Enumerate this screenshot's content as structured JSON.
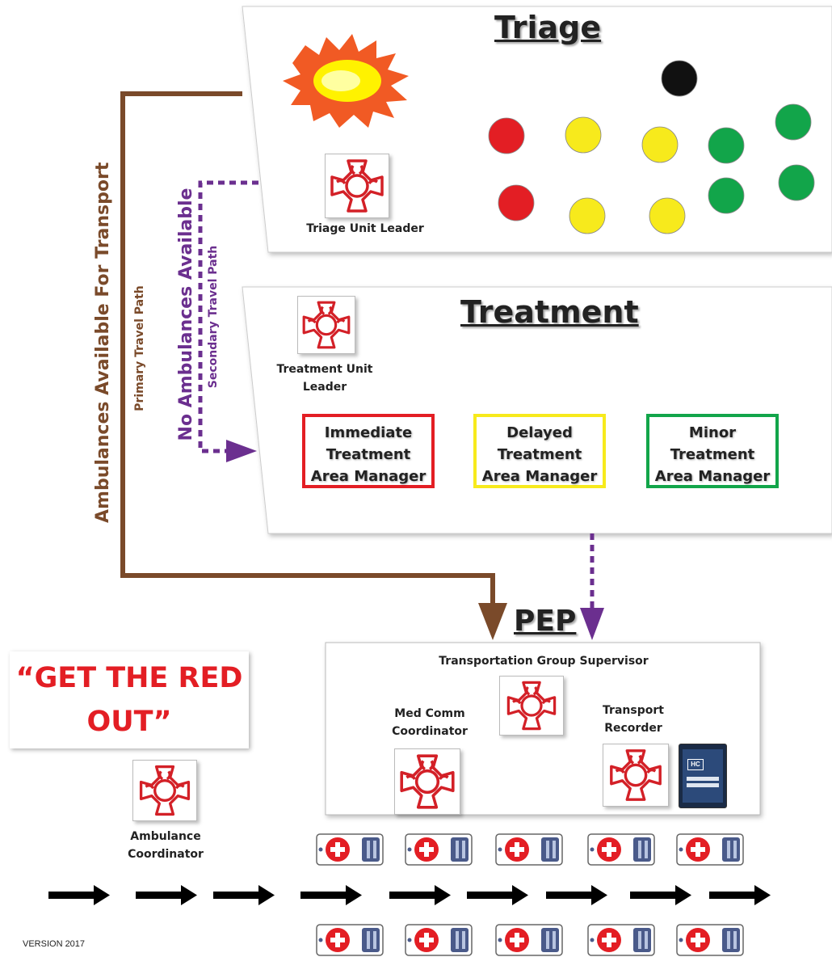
{
  "triage": {
    "title": "Triage",
    "leader_label": "Triage Unit Leader",
    "patient_dots": [
      {
        "color": "#111111"
      },
      {
        "color": "#e31e24"
      },
      {
        "color": "#f7ea1c"
      },
      {
        "color": "#f7ea1c"
      },
      {
        "color": "#12a54a"
      },
      {
        "color": "#12a54a"
      },
      {
        "color": "#e31e24"
      },
      {
        "color": "#f7ea1c"
      },
      {
        "color": "#f7ea1c"
      },
      {
        "color": "#12a54a"
      },
      {
        "color": "#12a54a"
      }
    ]
  },
  "treatment": {
    "title": "Treatment",
    "leader_label_1": "Treatment Unit",
    "leader_label_2": "Leader",
    "areas": [
      {
        "line1": "Immediate",
        "line2": "Treatment",
        "line3": "Area Manager",
        "color": "#e31e24"
      },
      {
        "line1": "Delayed",
        "line2": "Treatment",
        "line3": "Area Manager",
        "color": "#f7ea1c"
      },
      {
        "line1": "Minor",
        "line2": "Treatment",
        "line3": "Area Manager",
        "color": "#12a54a"
      }
    ]
  },
  "paths": {
    "primary_main": "Ambulances Available For Transport",
    "primary_sub": "Primary Travel Path",
    "secondary_main": "No Ambulances Available",
    "secondary_sub": "Secondary Travel Path",
    "primary_color": "#7a4a2a",
    "secondary_color": "#6b2f8f"
  },
  "pep": {
    "title": "PEP",
    "supervisor": "Transportation Group Supervisor",
    "med_comm_1": "Med Comm",
    "med_comm_2": "Coordinator",
    "recorder_1": "Transport",
    "recorder_2": "Recorder",
    "tablet_logo": "HC"
  },
  "slogan": {
    "line1": "“GET THE RED",
    "line2": "OUT”"
  },
  "ambulance_coordinator": {
    "line1": "Ambulance",
    "line2": "Coordinator"
  },
  "version": "VERSION 2017"
}
